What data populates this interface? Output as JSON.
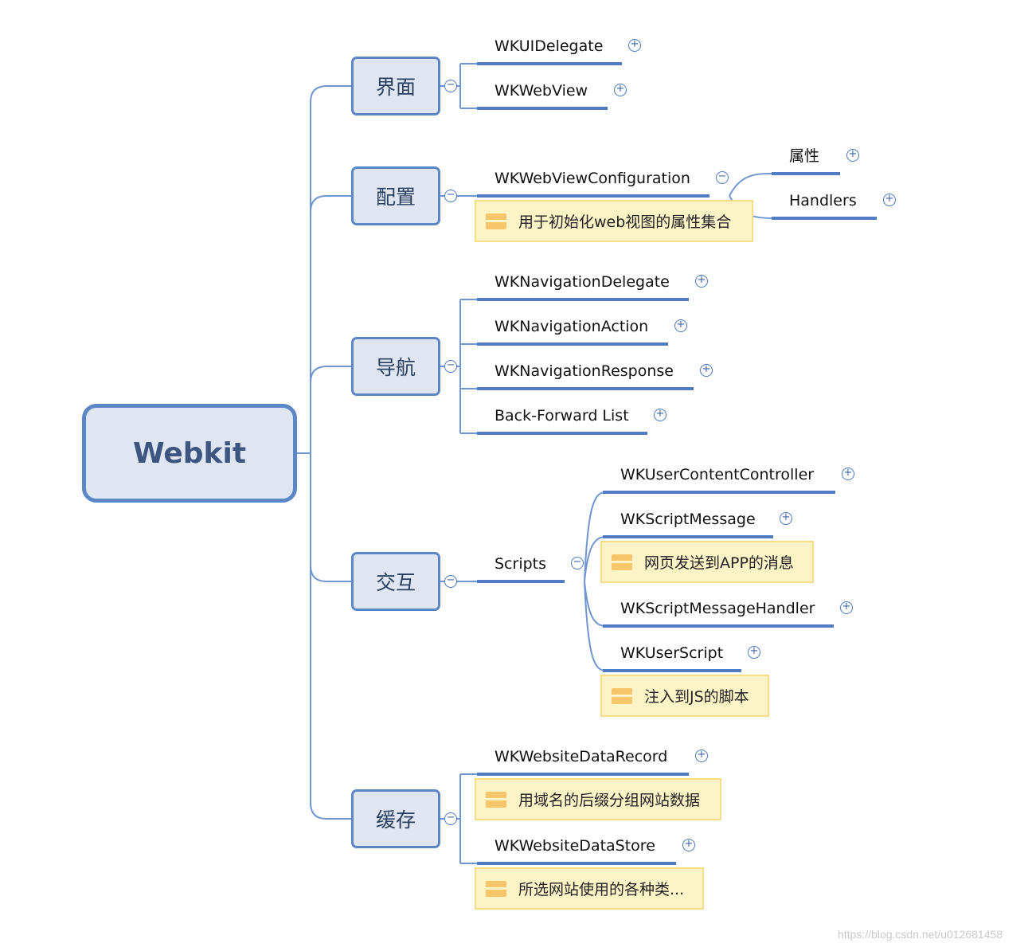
{
  "root": {
    "label": "Webkit"
  },
  "branches": {
    "ui": {
      "label": "界面",
      "children": [
        {
          "label": "WKUIDelegate"
        },
        {
          "label": "WKWebView"
        }
      ]
    },
    "config": {
      "label": "配置",
      "children": [
        {
          "label": "WKWebViewConfiguration",
          "note": "用于初始化web视图的属性集合",
          "children": [
            {
              "label": "属性"
            },
            {
              "label": "Handlers"
            }
          ]
        }
      ]
    },
    "nav": {
      "label": "导航",
      "children": [
        {
          "label": "WKNavigationDelegate"
        },
        {
          "label": "WKNavigationAction"
        },
        {
          "label": "WKNavigationResponse"
        },
        {
          "label": "Back-Forward List"
        }
      ]
    },
    "interact": {
      "label": "交互",
      "children": [
        {
          "label": "Scripts",
          "children": [
            {
              "label": "WKUserContentController"
            },
            {
              "label": "WKScriptMessage",
              "note": "网页发送到APP的消息"
            },
            {
              "label": "WKScriptMessageHandler"
            },
            {
              "label": "WKUserScript",
              "note": "注入到JS的脚本"
            }
          ]
        }
      ]
    },
    "cache": {
      "label": "缓存",
      "children": [
        {
          "label": "WKWebsiteDataRecord",
          "note": "用域名的后缀分组网站数据"
        },
        {
          "label": "WKWebsiteDataStore",
          "note": "所选网站使用的各种类..."
        }
      ]
    }
  },
  "toggles": {
    "expand": "+",
    "collapse": "−"
  },
  "watermark": "https://blog.csdn.net/u012681458",
  "colors": {
    "line": "#6f96d0",
    "node_border": "#5b87c6",
    "node_fill": "#dfe6f2",
    "underline": "#4f7cc2",
    "note_fill": "#fcf3c6",
    "note_border": "#f5de86"
  }
}
